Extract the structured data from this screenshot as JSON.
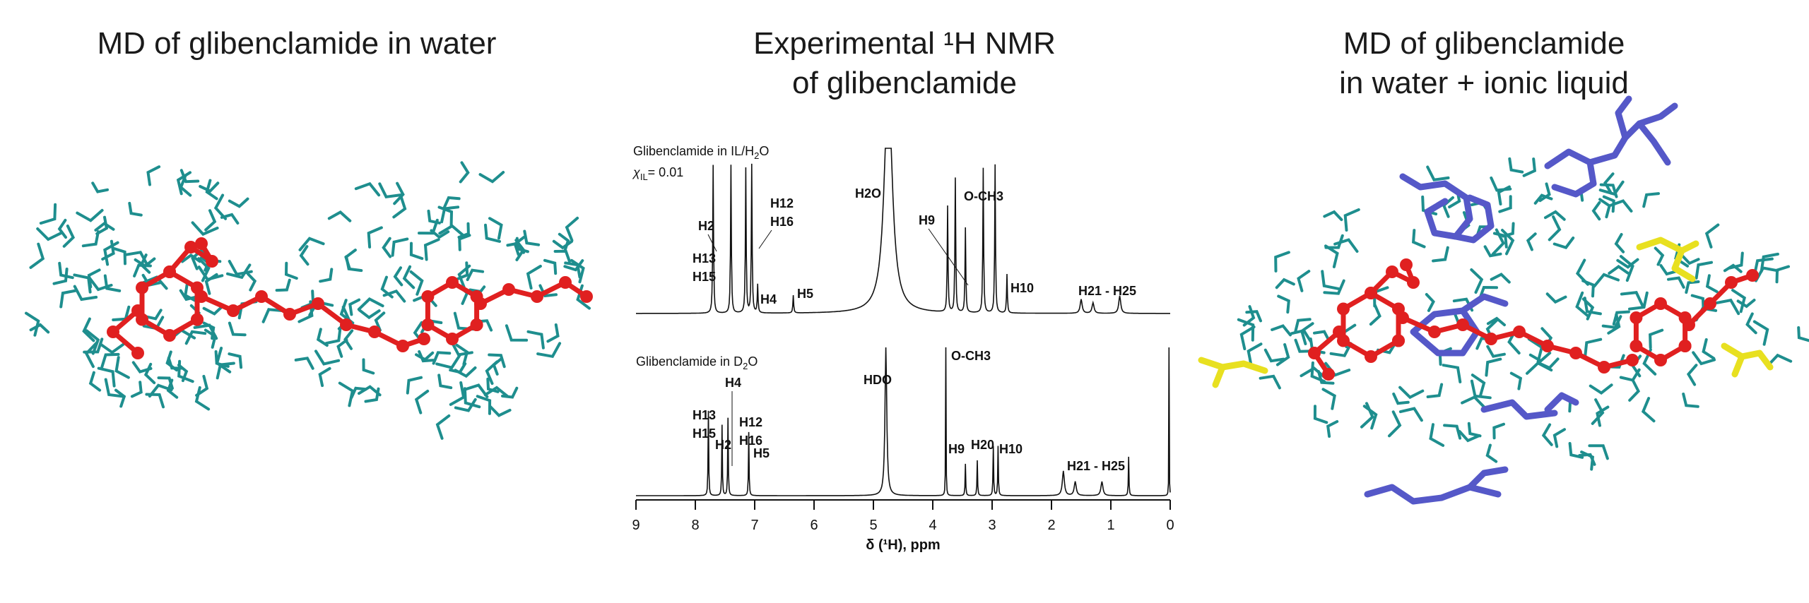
{
  "titles": {
    "left": "MD of glibenclamide in water",
    "middle_line1": "Experimental ¹H NMR",
    "middle_line2": "of glibenclamide",
    "right_line1": "MD of glibenclamide",
    "right_line2": "in water + ionic liquid"
  },
  "colors": {
    "water": "#1e8e8e",
    "molecule": "#e02020",
    "cation": "#5558c8",
    "anion": "#e8e020",
    "spectrum": "#111111"
  },
  "spectrum_top": {
    "sample_label": "Glibenclamide in IL/H",
    "sample_sub": "2",
    "sample_tail": "O",
    "chi_label": "χ",
    "chi_sub": "IL",
    "chi_value": "= 0.01",
    "peaks": [
      "H2",
      "H13",
      "H15",
      "H12",
      "H16",
      "H4",
      "H5",
      "H2O",
      "H9",
      "O-CH3",
      "H10",
      "H21 - H25"
    ]
  },
  "spectrum_bottom": {
    "sample_label": "Glibenclamide in D",
    "sample_sub": "2",
    "sample_tail": "O",
    "peaks": [
      "H4",
      "H13",
      "H15",
      "H2",
      "H12",
      "H16",
      "H5",
      "HDO",
      "O-CH3",
      "H9",
      "H20",
      "H10",
      "H21 - H25"
    ]
  },
  "axis": {
    "ticks": [
      "9",
      "8",
      "7",
      "6",
      "5",
      "4",
      "3",
      "2",
      "1",
      "0"
    ],
    "label": "δ (¹H), ppm"
  }
}
